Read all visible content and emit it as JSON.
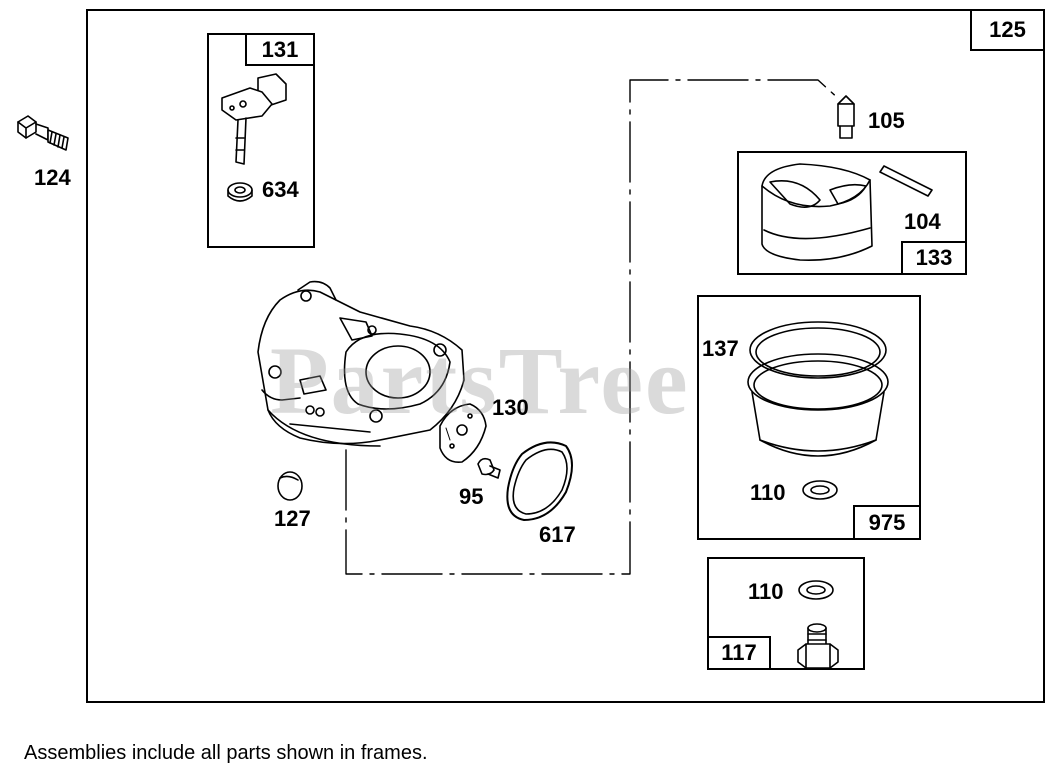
{
  "assembly": {
    "number": "125"
  },
  "callouts": {
    "c124": "124",
    "c131": "131",
    "c634": "634",
    "c105": "105",
    "c104": "104",
    "c133": "133",
    "c137": "137",
    "c130": "130",
    "c110a": "110",
    "c975": "975",
    "c127": "127",
    "c95": "95",
    "c617": "617",
    "c110b": "110",
    "c117": "117"
  },
  "watermark": "PartsTree",
  "footnote": "Assemblies include all parts shown in frames."
}
